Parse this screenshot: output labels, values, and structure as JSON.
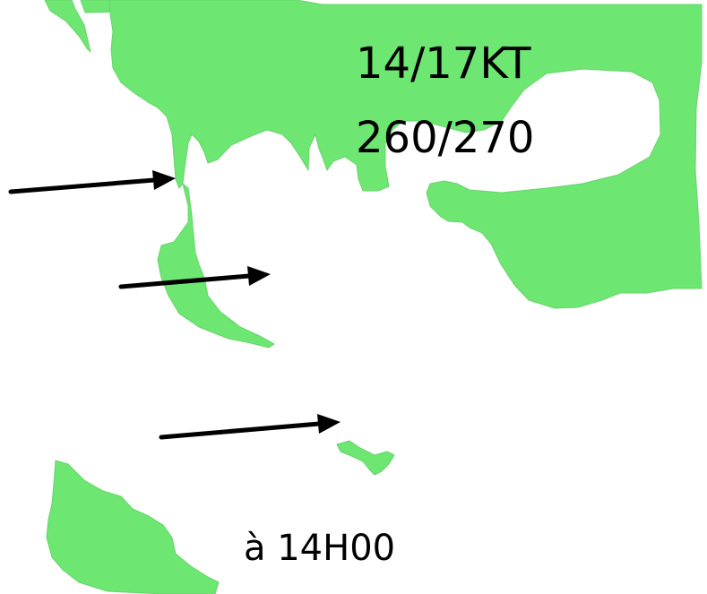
{
  "colors": {
    "land": "#6de672",
    "water": "#ffffff",
    "arrow": "#000000",
    "text": "#000000"
  },
  "labels": {
    "wind_speed": "14/17KT",
    "wind_direction": "260/270",
    "time": "à 14H00"
  },
  "arrows": [
    {
      "name": "wind-arrow-upper",
      "icon": "arrow-right-icon"
    },
    {
      "name": "wind-arrow-middle",
      "icon": "arrow-right-icon"
    },
    {
      "name": "wind-arrow-lower",
      "icon": "arrow-right-icon"
    }
  ]
}
